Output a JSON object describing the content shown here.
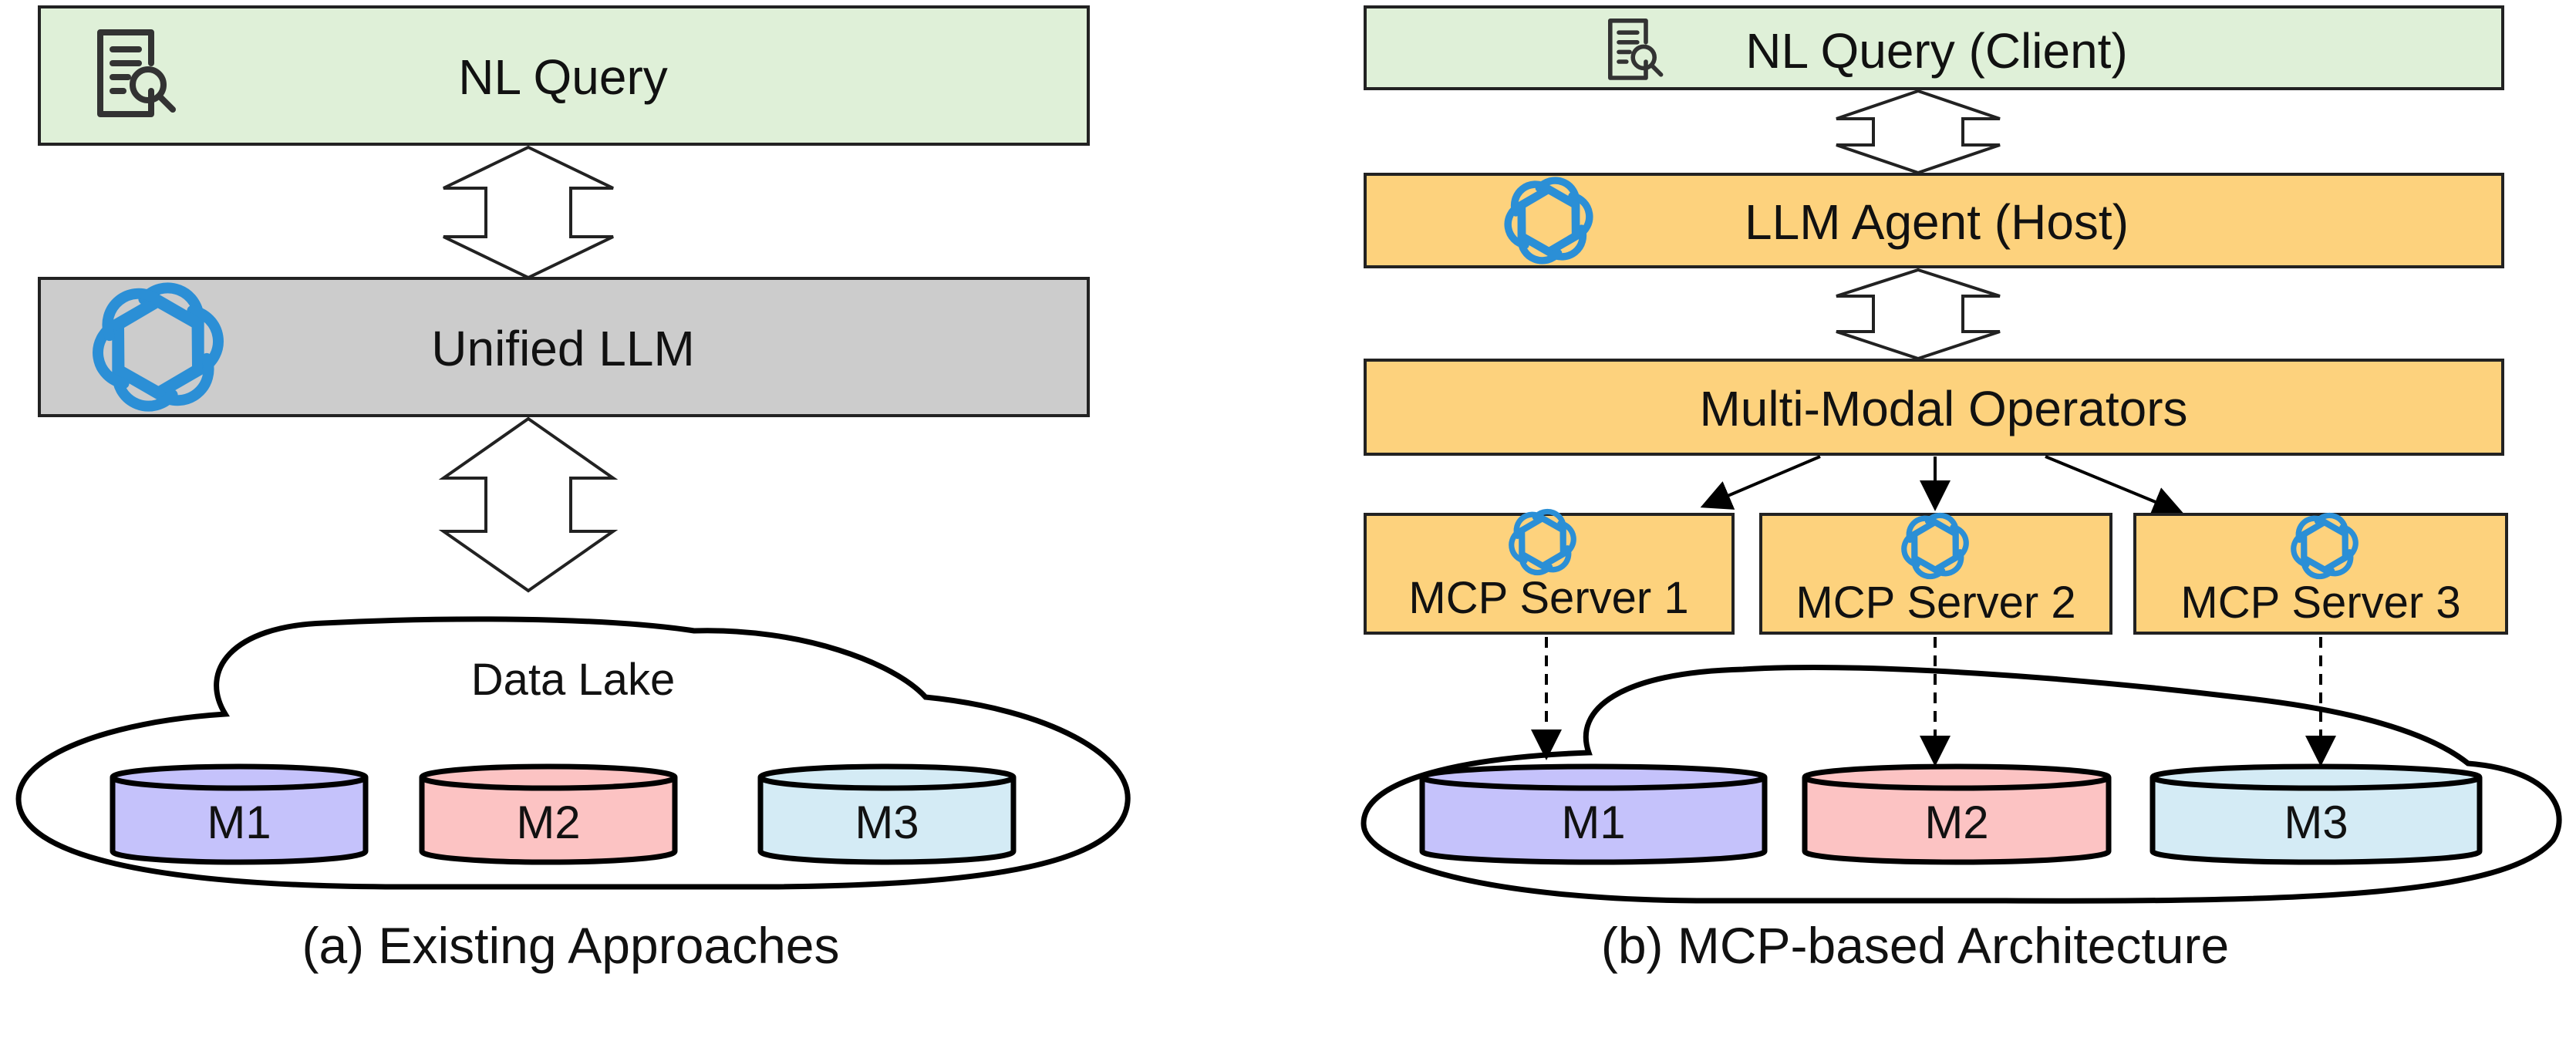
{
  "panel_a": {
    "query_label": "NL Query",
    "llm_label": "Unified LLM",
    "lake_label": "Data Lake",
    "stores": [
      "M1",
      "M2",
      "M3"
    ],
    "caption": "(a) Existing Approaches"
  },
  "panel_b": {
    "query_label": "NL Query (Client)",
    "agent_label": "LLM Agent (Host)",
    "operators_label": "Multi-Modal Operators",
    "servers": [
      "MCP Server 1",
      "MCP Server 2",
      "MCP Server 3"
    ],
    "stores": [
      "M1",
      "M2",
      "M3"
    ],
    "caption": "(b) MCP-based Architecture"
  },
  "icons": {
    "query": "document-search-icon",
    "llm": "openai-logo-icon"
  },
  "colors": {
    "query_box": "#dff0d8",
    "llm_box": "#cccccc",
    "orange_box": "#fdd27d",
    "m1": "#c5c2fb",
    "m2": "#fcc3c3",
    "m3": "#d4ebf5",
    "logo": "#2b8fd6"
  }
}
